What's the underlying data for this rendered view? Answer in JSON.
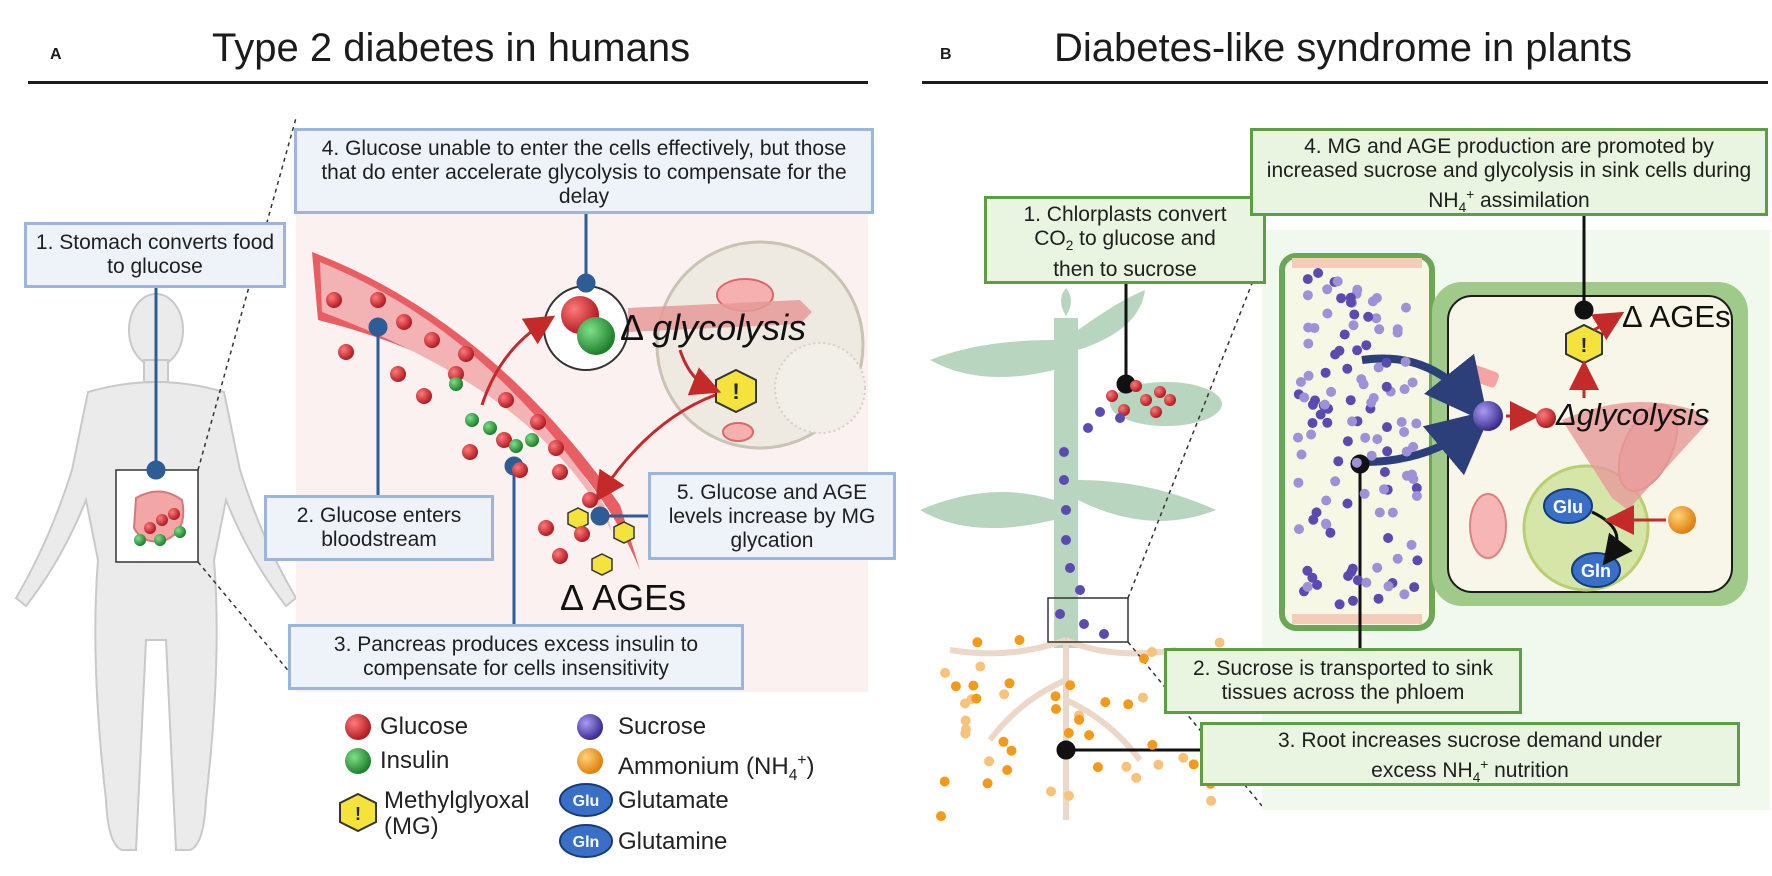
{
  "panel_a": {
    "letter": "A",
    "title": "Type 2 diabetes in humans",
    "step1": "1. Stomach converts food to glucose",
    "step2": "2. Glucose enters bloodstream",
    "step3": "3. Pancreas produces excess insulin to compensate for cells insensitivity",
    "step4": "4. Glucose unable to enter the cells effectively, but those that do enter accelerate glycolysis to compensate for the delay",
    "step5": "5. Glucose and AGE levels increase by MG glycation",
    "delta_glycolysis_symbol": "Δ",
    "delta_glycolysis_word": "glycolysis",
    "delta_ages": "Δ AGEs"
  },
  "panel_b": {
    "letter": "B",
    "title": "Diabetes-like syndrome  in plants",
    "step1_a": "1. Chlorplasts convert",
    "step1_b": "CO",
    "step1_b_sub": "2",
    "step1_c": " to glucose and",
    "step1_d": "then to sucrose",
    "step2": "2. Sucrose is transported to sink tissues across the phloem",
    "step3_a": "3. Root increases sucrose demand under",
    "step3_b": "excess NH",
    "step3_b_sub": "4",
    "step3_b_sup": "+",
    "step3_c": " nutrition",
    "step4_a": "4. MG  and AGE production are promoted by increased sucrose  and  glycolysis in sink cells during NH",
    "step4_sub": "4",
    "step4_sup": "+",
    "step4_b": " assimilation",
    "delta_ages": "Δ AGEs",
    "delta_glycolysis": "Δglycolysis",
    "glu": "Glu",
    "gln": "Gln"
  },
  "legend": {
    "glucose": "Glucose",
    "insulin": "Insulin",
    "methylglyoxal_a": "Methylglyoxal",
    "methylglyoxal_b": "(MG)",
    "sucrose": "Sucrose",
    "ammonium": "Ammonium (NH",
    "ammonium_sub": "4",
    "ammonium_sup": "+",
    "ammonium_close": ")",
    "glutamate": "Glutamate",
    "glutamine": "Glutamine",
    "glu_badge": "Glu",
    "gln_badge": "Gln",
    "mg_badge": "!"
  },
  "colors": {
    "glucose": "#c8282d",
    "insulin": "#2f9a3c",
    "sucrose": "#5b4bb0",
    "ammonium": "#f39a1a",
    "mg": "#f4e33a",
    "box_blue": "#9bb6dd",
    "box_green": "#5d9e45",
    "vessel": "#f0878a"
  }
}
